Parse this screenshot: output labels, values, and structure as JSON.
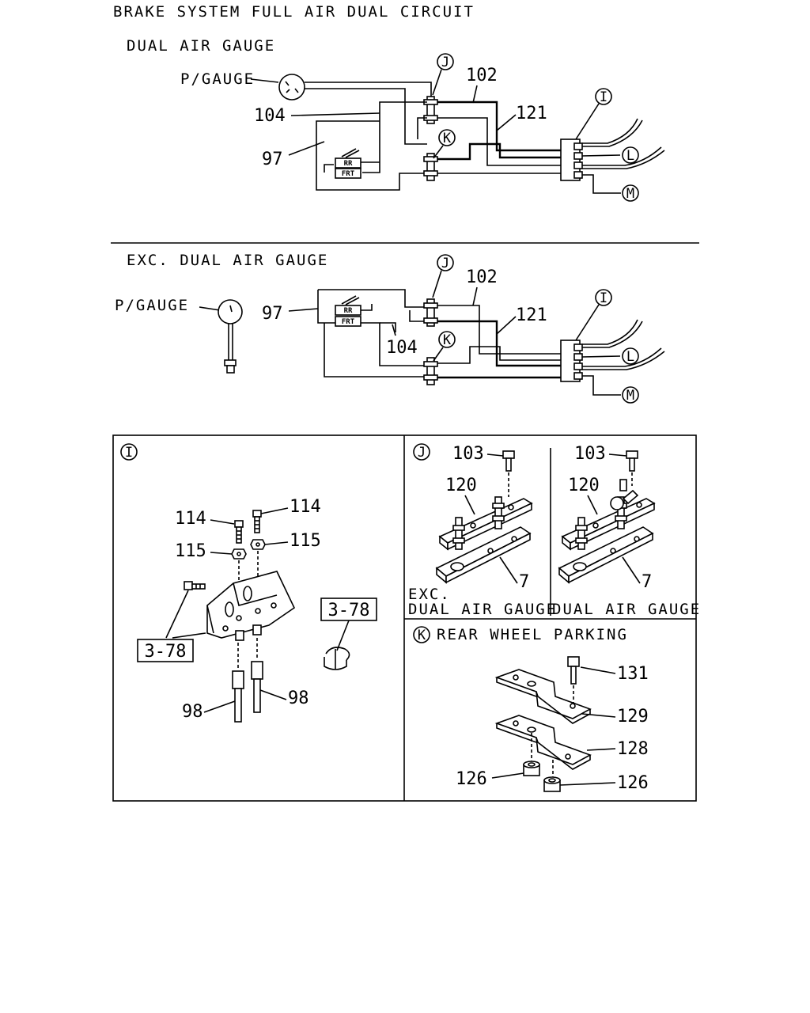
{
  "title": "BRAKE SYSTEM FULL AIR DUAL CIRCUIT",
  "top_section": {
    "heading": "DUAL AIR GAUGE",
    "p_gauge": "P/GAUGE",
    "valve_rr": "RR",
    "valve_frt": "FRT",
    "callouts": {
      "c102": "102",
      "c104": "104",
      "c121": "121",
      "c97": "97",
      "circle_j": "J",
      "circle_k": "K",
      "circle_i": "I",
      "circle_l": "L",
      "circle_m": "M"
    }
  },
  "mid_section": {
    "heading": "EXC. DUAL AIR GAUGE",
    "p_gauge": "P/GAUGE",
    "valve_rr": "RR",
    "valve_frt": "FRT",
    "callouts": {
      "c102": "102",
      "c104": "104",
      "c121": "121",
      "c97": "97",
      "circle_j": "J",
      "circle_k": "K",
      "circle_i": "I",
      "circle_l": "L",
      "circle_m": "M"
    }
  },
  "detail_i": {
    "circle": "I",
    "c114a": "114",
    "c114b": "114",
    "c115a": "115",
    "c115b": "115",
    "ref_a": "3-78",
    "ref_b": "3-78",
    "c98a": "98",
    "c98b": "98"
  },
  "detail_j": {
    "circle": "J",
    "c103a": "103",
    "c103b": "103",
    "c120a": "120",
    "c120b": "120",
    "c7a": "7",
    "c7b": "7",
    "caption_exc_line1": "EXC.",
    "caption_exc_line2": "DUAL AIR GAUGE",
    "caption_dual": "DUAL AIR GAUGE"
  },
  "detail_k": {
    "circle": "K",
    "heading": "REAR WHEEL PARKING",
    "c131": "131",
    "c129": "129",
    "c128": "128",
    "c126a": "126",
    "c126b": "126"
  }
}
